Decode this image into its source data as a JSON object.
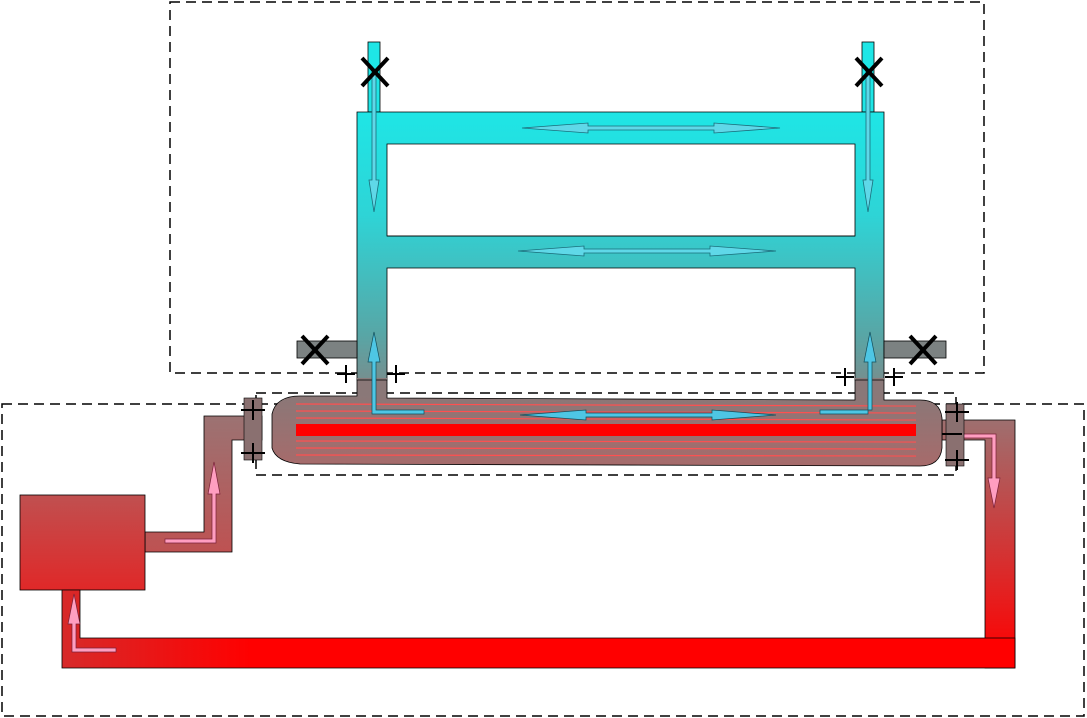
{
  "colors": {
    "cold": "#1ee6e6",
    "cold_arrow": "#3bbde2",
    "mid_grey": "#8a7070",
    "hot": "#ff0000",
    "hot_box": "#c84848",
    "hot_arrow": "#ff8cb4",
    "tube_line": "#ff5050",
    "outline": "#000000",
    "dash": "#000000"
  },
  "icons": [
    "closed-valve-x-icon",
    "flange-cross-icon",
    "flow-arrow-icon",
    "double-arrow-icon"
  ],
  "regions": [
    "cold-loop-region",
    "hot-loop-region",
    "heat-exchanger-region"
  ]
}
